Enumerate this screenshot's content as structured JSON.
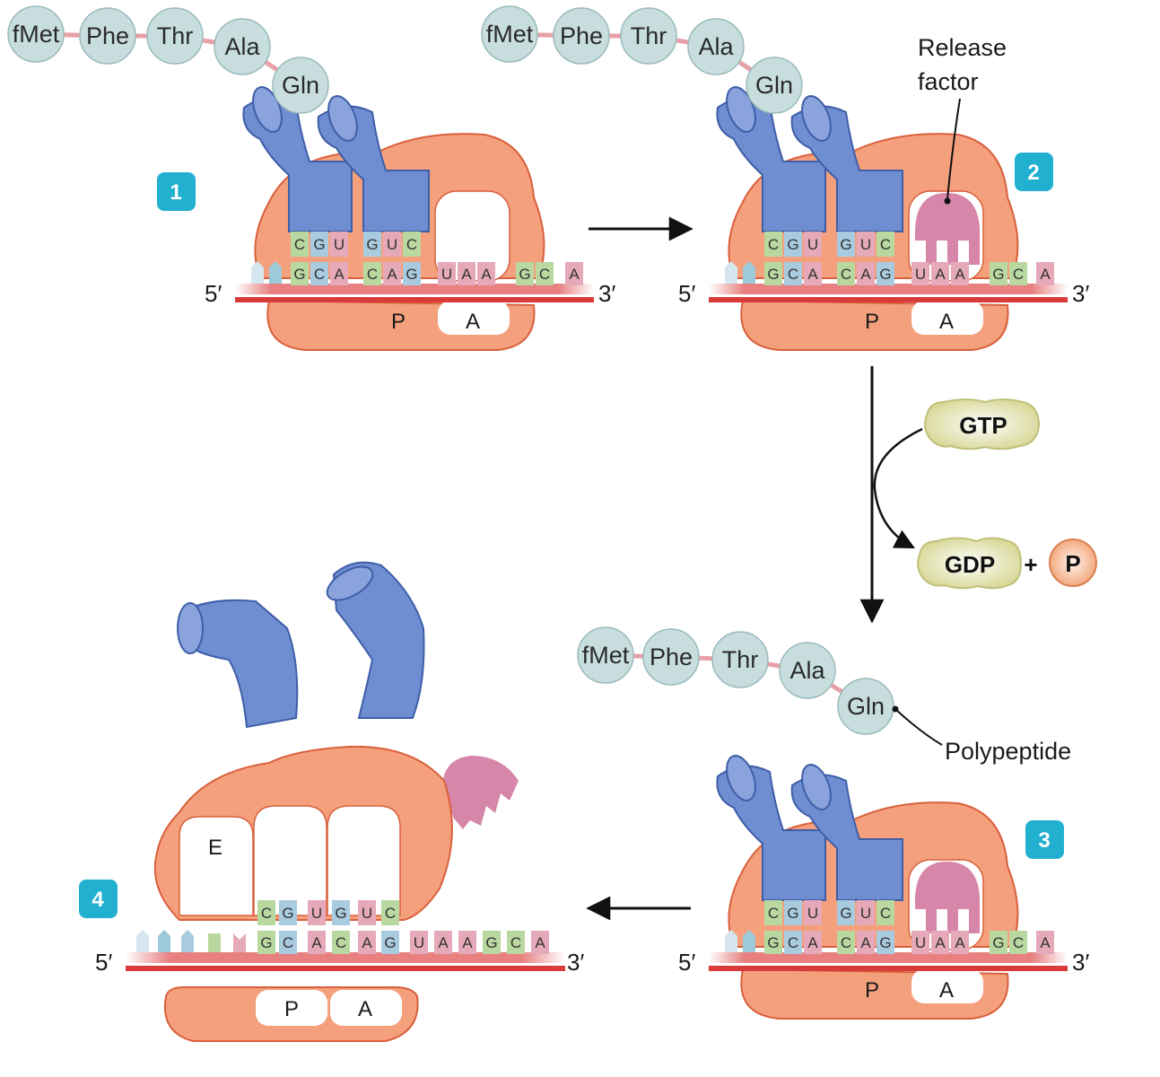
{
  "title": "",
  "amino_acids": [
    "fMet",
    "Phe",
    "Thr",
    "Ala",
    "Gln"
  ],
  "mrna": {
    "five_prime": "5′",
    "three_prime": "3′",
    "codons": [
      "G",
      "C",
      "A",
      "C",
      "A",
      "G",
      "U",
      "A",
      "A",
      "G",
      "C",
      "A"
    ]
  },
  "anticodons": [
    "C",
    "G",
    "U",
    "G",
    "U",
    "C"
  ],
  "sites": {
    "e": "E",
    "p": "P",
    "a": "A"
  },
  "labels": {
    "release_factor": [
      "Release",
      "factor"
    ],
    "polypeptide": "Polypeptide",
    "gtp": "GTP",
    "gdp": "GDP",
    "plus": "+",
    "phosphate": "P"
  },
  "steps": [
    "1",
    "2",
    "3",
    "4"
  ],
  "colors": {
    "ribosome": "#f4a07d",
    "ribosome_edge": "#d9603c",
    "trna": "#6f8dd1",
    "trna_edge": "#3f5ea8",
    "amino_acid": "#c8dede",
    "peptide_bond": "#e8a0a8",
    "mrna_strand": "#d93a3a",
    "release_factor": "#d686a8",
    "step_badge": "#21b0d0",
    "gtp": "#eeeebb",
    "phosphate": "#f7b58e"
  }
}
